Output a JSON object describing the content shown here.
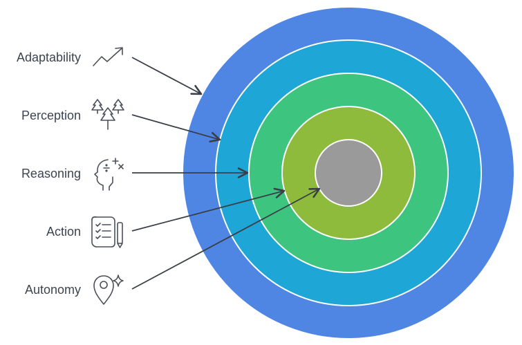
{
  "diagram": {
    "rings": [
      {
        "name": "Adaptability",
        "color": "#4f86e3"
      },
      {
        "name": "Perception",
        "color": "#1ea6d6"
      },
      {
        "name": "Reasoning",
        "color": "#3dc47e"
      },
      {
        "name": "Action",
        "color": "#8fbb3c"
      },
      {
        "name": "Autonomy",
        "color": "#9a9a9a"
      }
    ],
    "ring_border_color": "#ffffff",
    "labels": [
      {
        "text": "Adaptability",
        "icon": "trending-up-icon"
      },
      {
        "text": "Perception",
        "icon": "trees-icon"
      },
      {
        "text": "Reasoning",
        "icon": "head-math-icon"
      },
      {
        "text": "Action",
        "icon": "checklist-scroll-icon"
      },
      {
        "text": "Autonomy",
        "icon": "location-sparkle-icon"
      }
    ],
    "arrow_color": "#3a3f47"
  }
}
